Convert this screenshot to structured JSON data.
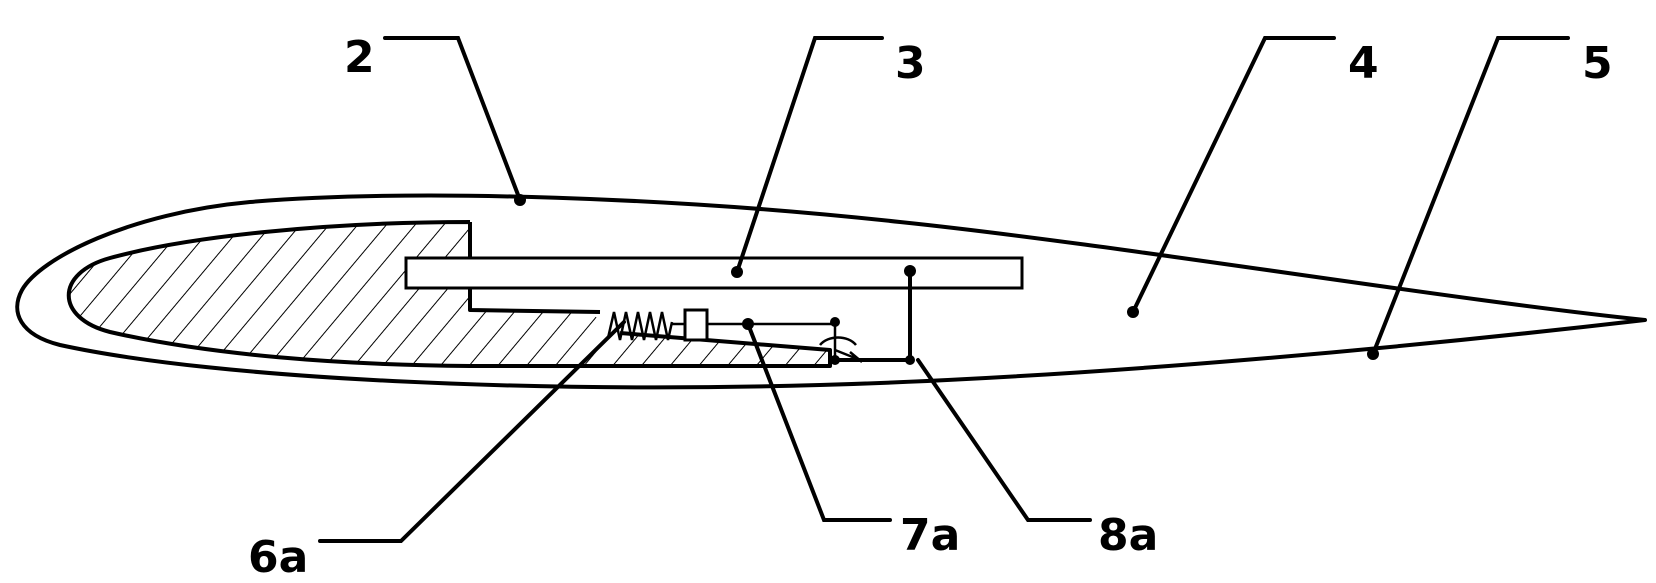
{
  "diagram": {
    "labels": {
      "l2": "2",
      "l3": "3",
      "l4": "4",
      "l5": "5",
      "l6a": "6a",
      "l7a": "7a",
      "l8a": "8a"
    }
  }
}
